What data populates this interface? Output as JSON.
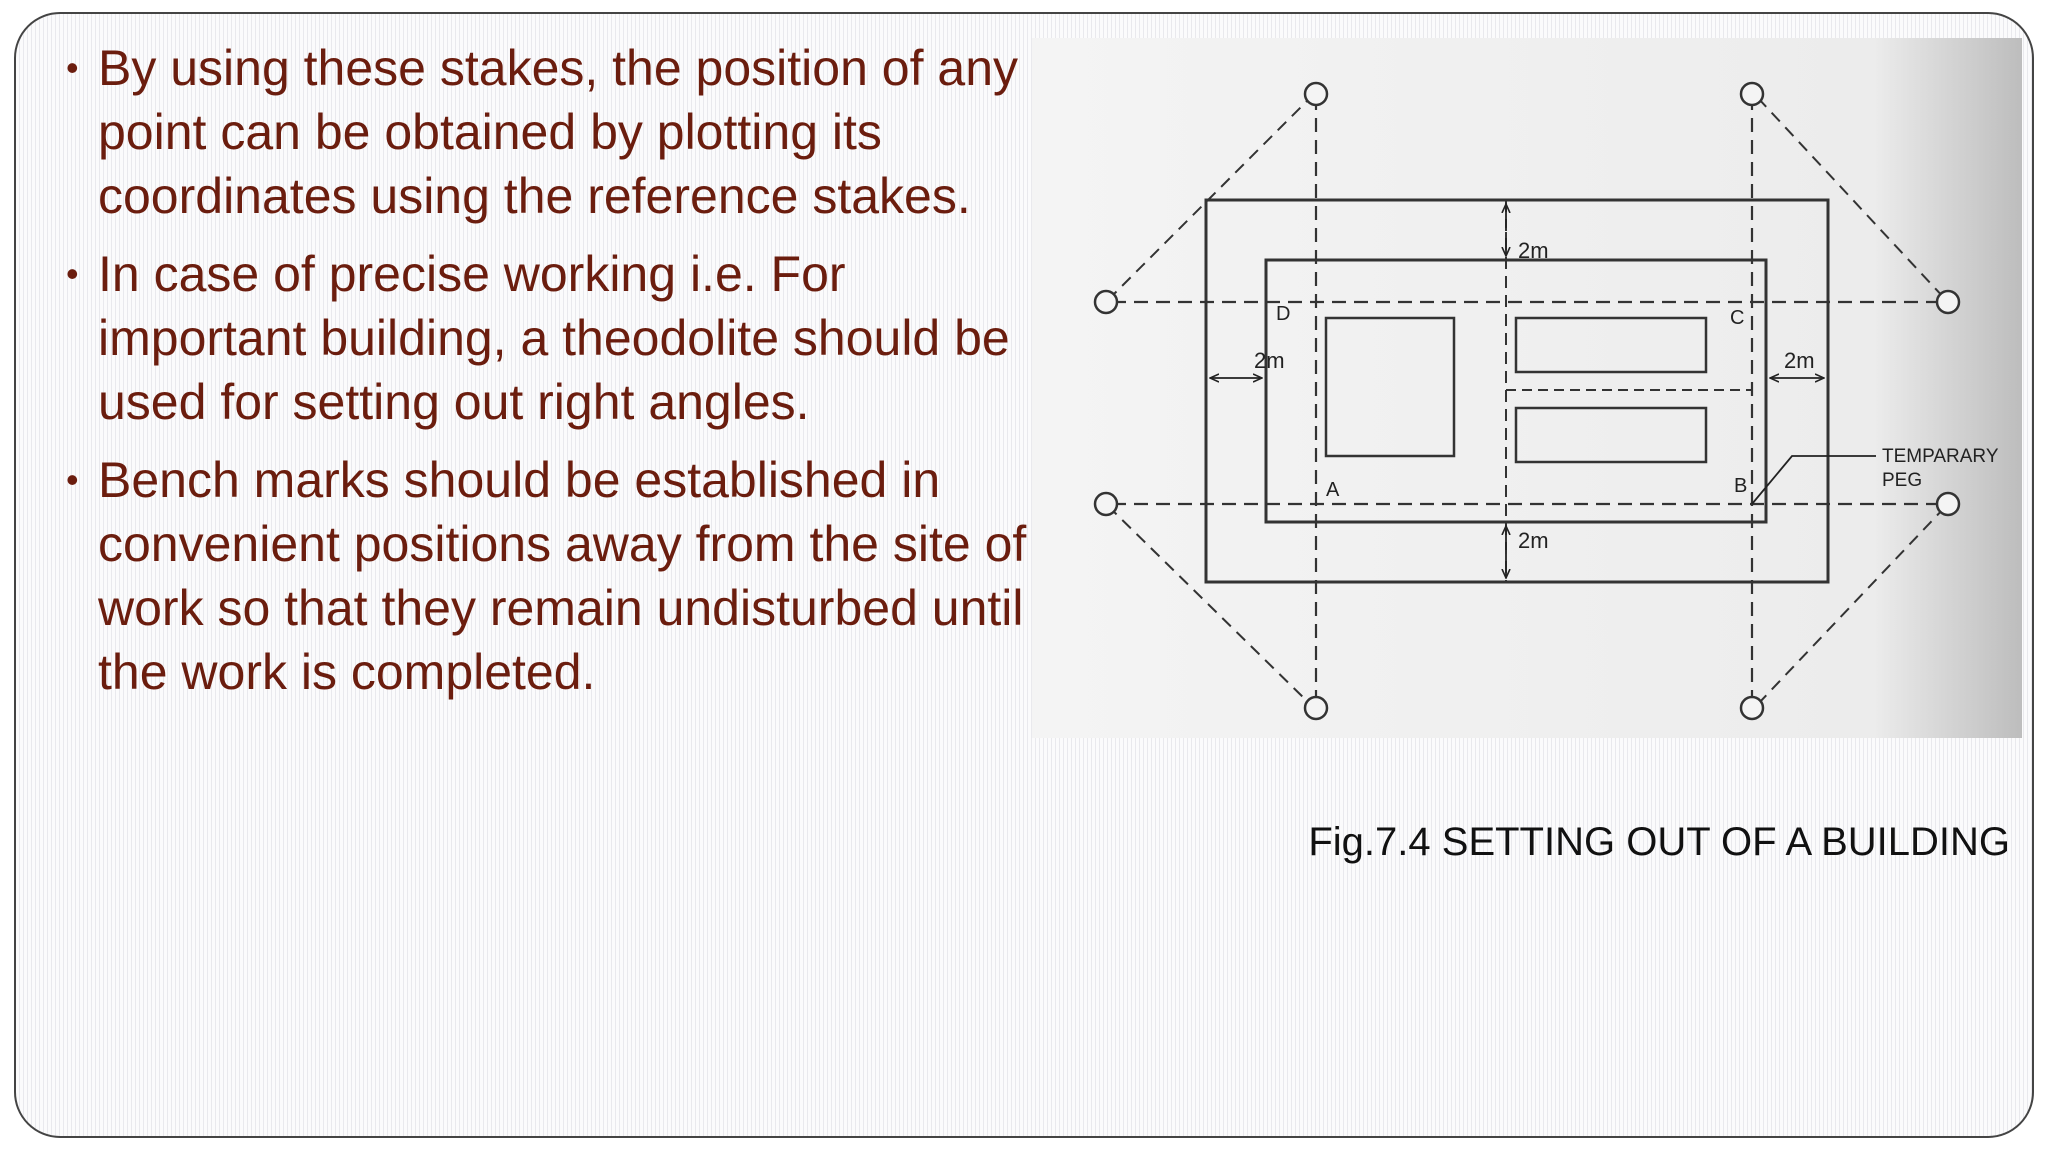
{
  "bullets": [
    "By using these stakes, the position of any point can be obtained by plotting its coordinates using the reference stakes.",
    "In case of precise working i.e. For important building, a theodolite should be used for setting out right angles.",
    "Bench marks should be established in convenient positions away from the site of work so that they remain undisturbed until the work is completed."
  ],
  "figure": {
    "dim_top": "2m",
    "dim_left": "2m",
    "dim_right": "2m",
    "dim_bottom": "2m",
    "corner_a": "A",
    "corner_b": "B",
    "corner_c": "C",
    "corner_d": "D",
    "peg_label_line1": "TEMPARARY",
    "peg_label_line2": "PEG"
  },
  "caption": "Fig.7.4 SETTING OUT OF A BUILDING",
  "colors": {
    "text": "#6b1d0e",
    "slide_border": "#444444"
  }
}
